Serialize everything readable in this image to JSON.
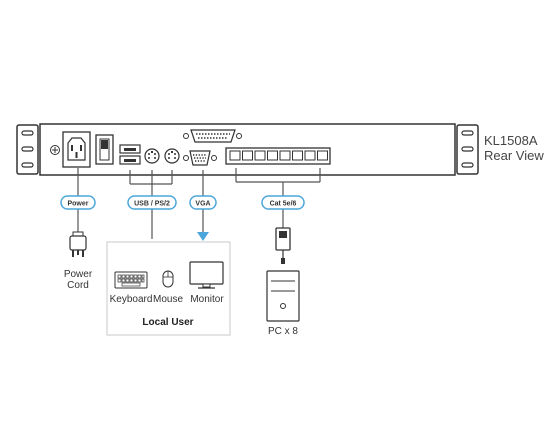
{
  "title": {
    "model": "KL1508A",
    "view": "Rear View"
  },
  "connections": {
    "power": "Power",
    "usb_ps2": "USB / PS/2",
    "vga": "VGA",
    "cat": "Cat 5e/6"
  },
  "power_cord": {
    "line1": "Power",
    "line2": "Cord"
  },
  "local_user": {
    "title": "Local User",
    "keyboard": "Keyboard",
    "mouse": "Mouse",
    "monitor": "Monitor"
  },
  "pc": {
    "label": "PC x 8"
  },
  "colors": {
    "line": "#555555",
    "accent_cable": "#4da6d9",
    "panel_border": "#333333",
    "local_box_border": "#c8c8c8"
  }
}
